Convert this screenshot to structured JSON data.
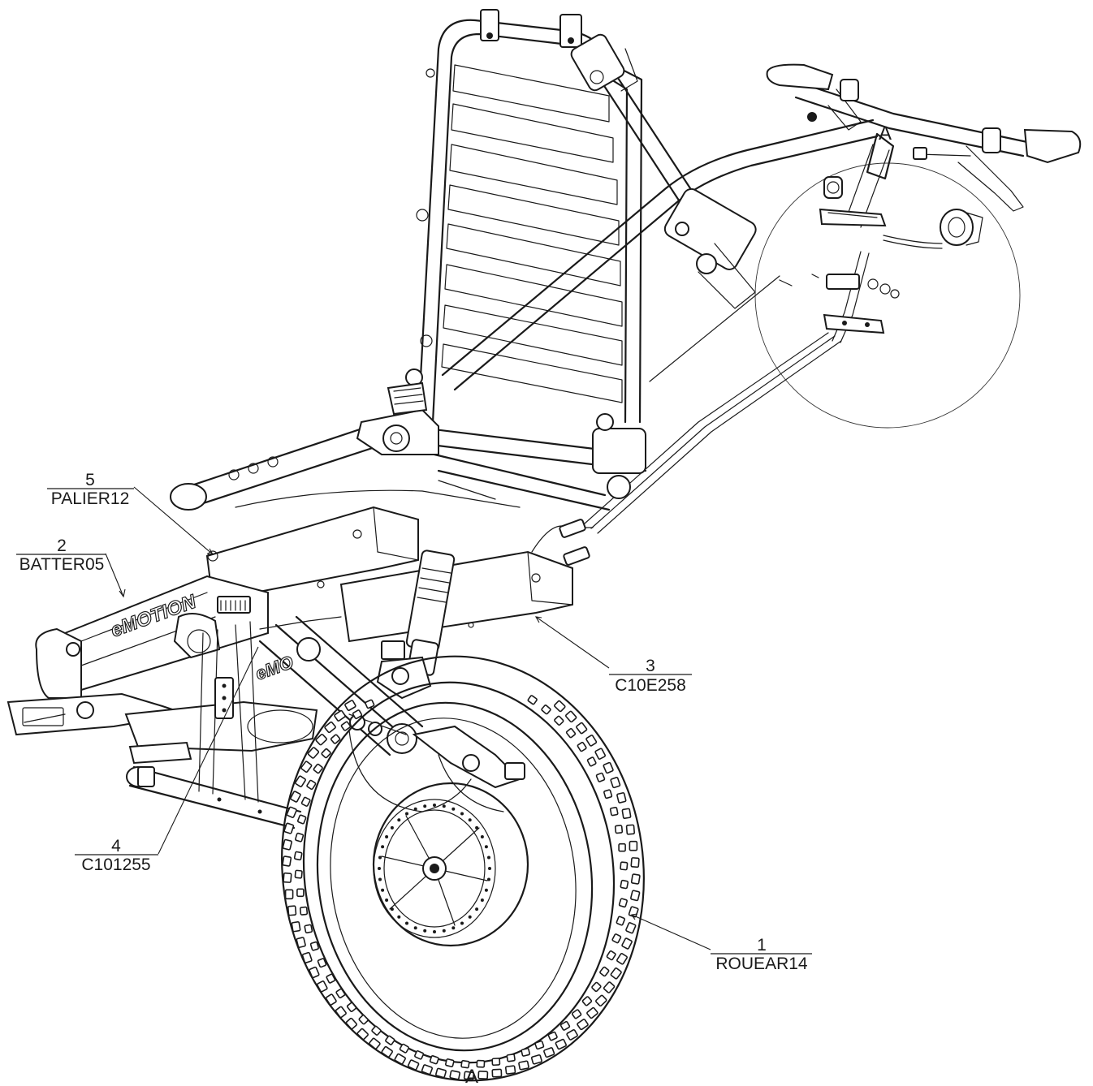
{
  "callouts": [
    {
      "num": "1",
      "code": "ROUEAR14"
    },
    {
      "num": "2",
      "code": "BATTER05"
    },
    {
      "num": "3",
      "code": "C10E258"
    },
    {
      "num": "4",
      "code": "C101255"
    },
    {
      "num": "5",
      "code": "PALIER12"
    }
  ],
  "section_marks": {
    "top": "A",
    "bottom": "A"
  },
  "branding": {
    "logo_text": "eMOTION",
    "logo_text_2": "eMO"
  }
}
